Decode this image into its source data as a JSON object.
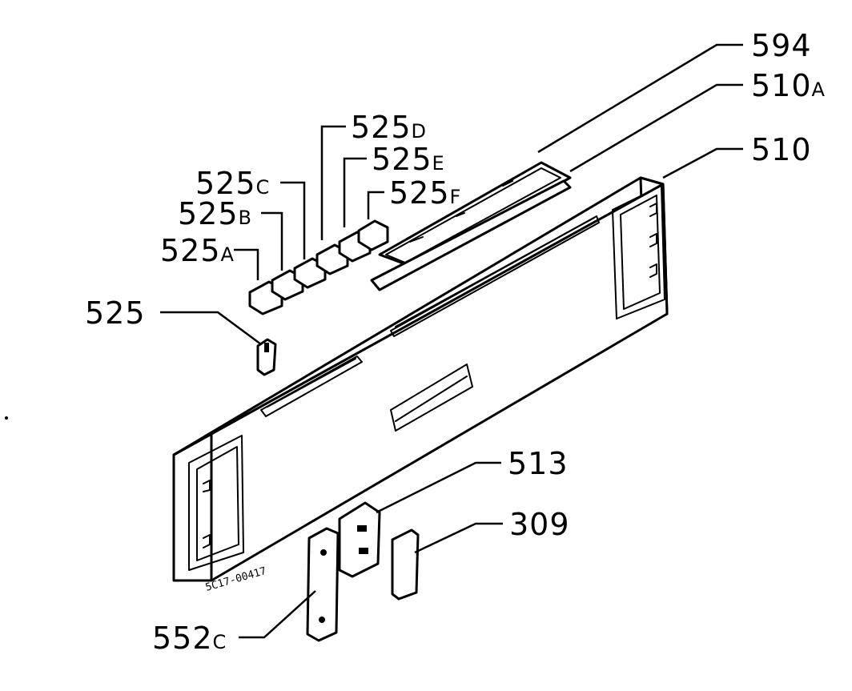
{
  "labels": {
    "l594": "594",
    "l510a_num": "510",
    "l510a_suf": "A",
    "l510": "510",
    "l525d_num": "525",
    "l525d_suf": "D",
    "l525e_num": "525",
    "l525e_suf": "E",
    "l525f_num": "525",
    "l525f_suf": "F",
    "l525c_num": "525",
    "l525c_suf": "C",
    "l525b_num": "525",
    "l525b_suf": "B",
    "l525a_num": "525",
    "l525a_suf": "A",
    "l525": "525",
    "l513": "513",
    "l309": "309",
    "l552c_num": "552",
    "l552c_suf": "C"
  },
  "stamp": "5C17-00417"
}
